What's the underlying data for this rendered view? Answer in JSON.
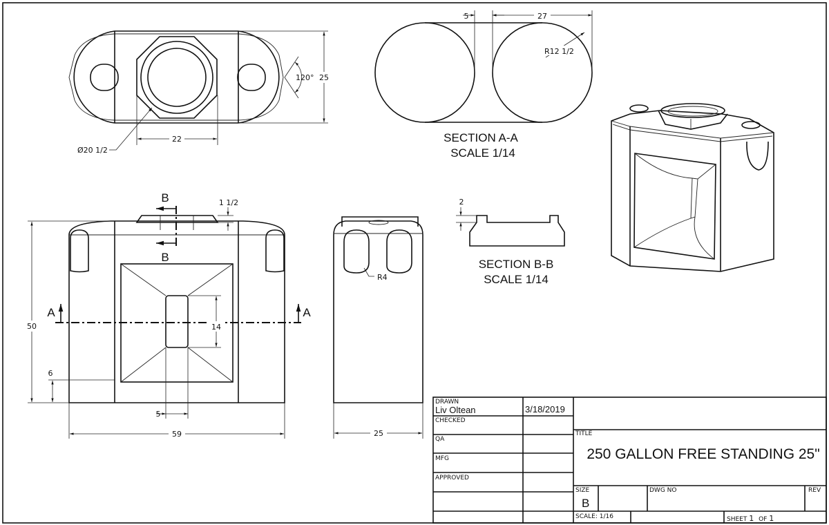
{
  "top_view": {
    "dim_height": "25",
    "dim_angle": "120°",
    "dim_width": "22",
    "dim_diameter": "Ø20 1/2"
  },
  "section_aa": {
    "dim_gap": "5",
    "dim_width": "27",
    "dim_radius": "R12 1/2",
    "label": "SECTION A-A",
    "scale": "SCALE 1/14"
  },
  "front_view": {
    "section_b_label": "B",
    "section_a_label": "A",
    "dim_neck": "1 1/2",
    "dim_height": "50",
    "dim_base": "6",
    "dim_recess": "14",
    "dim_offset": "5",
    "dim_width": "59"
  },
  "side_view": {
    "dim_radius": "R4",
    "dim_width": "25"
  },
  "section_bb": {
    "dim_depth": "2",
    "label": "SECTION B-B",
    "scale": "SCALE 1/14"
  },
  "title_block": {
    "drawn_label": "DRAWN",
    "drawn_name": "Liv Oltean",
    "drawn_date": "3/18/2019",
    "checked_label": "CHECKED",
    "qa_label": "QA",
    "mfg_label": "MFG",
    "approved_label": "APPROVED",
    "title_label": "TITLE",
    "title": "250 GALLON FREE STANDING 25\"",
    "size_label": "SIZE",
    "size": "B",
    "dwg_no_label": "DWG NO",
    "rev_label": "REV",
    "scale": "SCALE: 1/16",
    "sheet_label": "SHEET",
    "sheet_num": "1",
    "of_label": "OF",
    "sheet_total": "1"
  }
}
